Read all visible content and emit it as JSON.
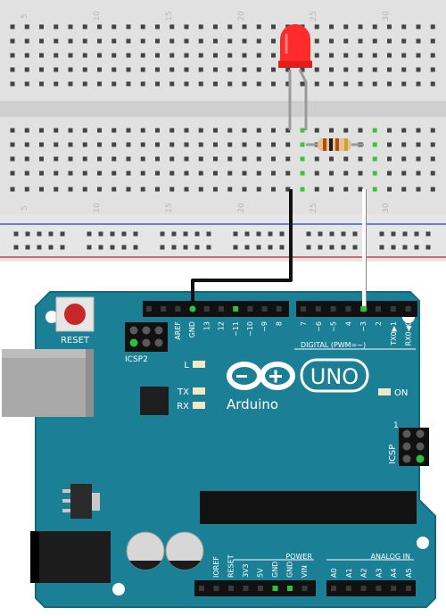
{
  "breadboard": {
    "top_numbers": [
      "5",
      "10",
      "15",
      "20",
      "25",
      "30"
    ],
    "bottom_numbers": [
      "5",
      "10",
      "15",
      "20",
      "25",
      "30"
    ]
  },
  "arduino": {
    "reset_label": "RESET",
    "icsp2_label": "ICSP2",
    "icsp_label": "ICSP",
    "icsp_pin1": "1",
    "digital_label": "DIGITAL (PWM=~)",
    "led_l": "L",
    "led_tx": "TX",
    "led_rx": "RX",
    "on_label": "ON",
    "brand": "Arduino",
    "model": "UNO",
    "power_label": "POWER",
    "analog_label": "ANALOG IN",
    "left_header_labels": [
      "AREF",
      "GND",
      "13",
      "12",
      "~11",
      "~10",
      "~9",
      "8"
    ],
    "right_header_labels": [
      "7",
      "~6",
      "~5",
      "4",
      "~3",
      "2",
      "TX0▶1",
      "RX0◀0"
    ],
    "power_pins": [
      "IOREF",
      "RESET",
      "3V3",
      "5V",
      "GND",
      "GND",
      "VIN"
    ],
    "analog_pins": [
      "A0",
      "A1",
      "A2",
      "A3",
      "A4",
      "A5"
    ]
  },
  "colors": {
    "board": "#1b7f96",
    "wire_gnd": "#111111",
    "wire_signal": "#ffffff",
    "led": "#ff2222",
    "breadboard": "#e2e2e2",
    "rail_blue": "#3b5fd0",
    "rail_red": "#d63a3a"
  }
}
